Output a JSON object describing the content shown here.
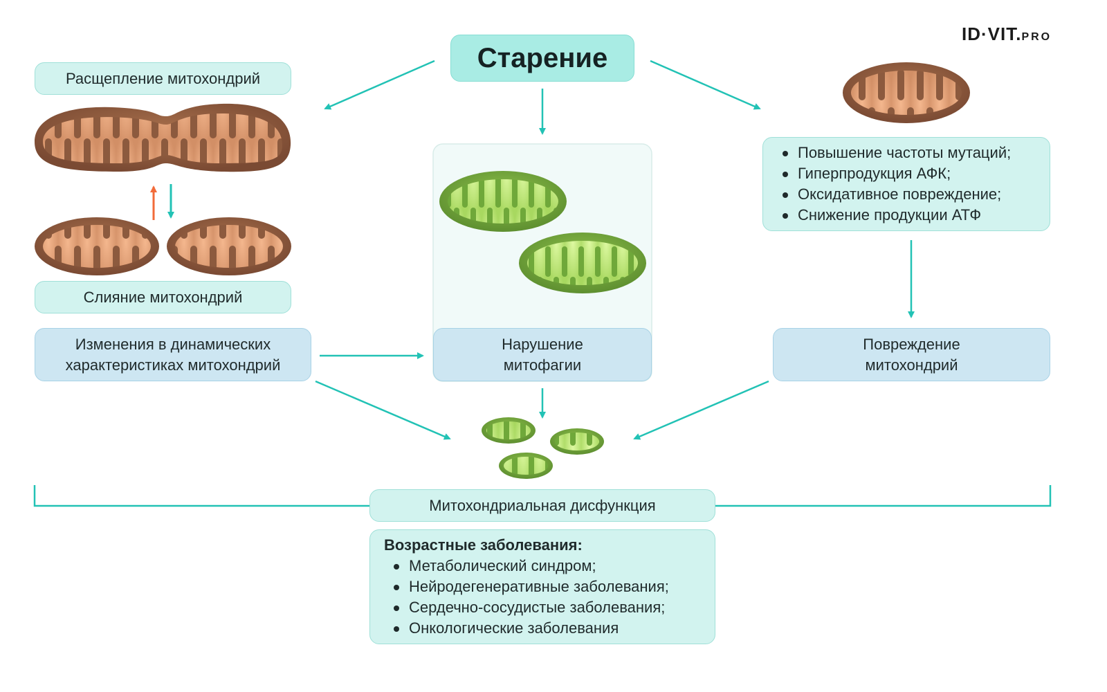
{
  "logo": {
    "main": "ID·VIT.",
    "suffix": "PRO"
  },
  "title": "Старение",
  "left": {
    "fission_label": "Расщепление митохондрий",
    "fusion_label": "Слияние митохондрий",
    "dynamics_label": "Изменения в динамических характеристиках митохондрий"
  },
  "center": {
    "mitophagy_label": "Нарушение митофагии"
  },
  "right": {
    "effects": [
      "Повышение частоты мутаций;",
      "Гиперпродукция АФК;",
      "Оксидативное повреждение;",
      "Снижение продукции АТФ"
    ],
    "damage_label": "Повреждение митохондрий"
  },
  "dysfunction_label": "Митохондриальная дисфункция",
  "diseases": {
    "heading": "Возрастные заболевания:",
    "items": [
      "Метаболический синдром;",
      "Нейродегенеративные заболевания;",
      "Сердечно-сосудистые заболевания;",
      "Онкологические заболевания"
    ]
  },
  "colors": {
    "teal_arrow": "#22c2b5",
    "orange_arrow": "#f26b3a",
    "mito_brown": "#8c5a3e",
    "mito_inner": "#e8a57c",
    "mito_green": "#6fa83a",
    "mito_green_inner": "#c5ee86"
  }
}
